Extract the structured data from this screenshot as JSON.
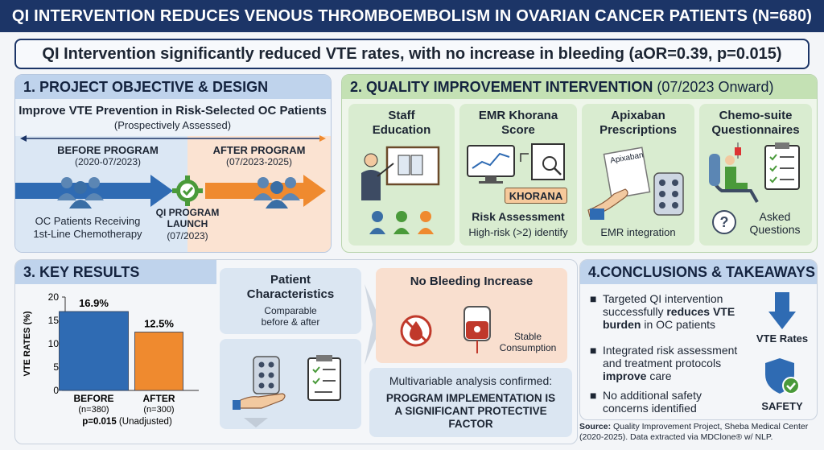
{
  "title": "QI INTERVENTION REDUCES VENOUS THROMBOEMBOLISM IN OVARIAN CANCER PATIENTS (N=680)",
  "headline": "QI Intervention significantly reduced VTE rates, with no increase in bleeding (aOR=0.39, p=0.015)",
  "section1": {
    "header": "1. PROJECT OBJECTIVE & DESIGN",
    "objective": "Improve VTE Prevention in Risk-Selected OC Patients",
    "objective_sub": "(Prospectively Assessed)",
    "before_label": "BEFORE PROGRAM",
    "before_dates": "(2020-07/2023)",
    "after_label": "AFTER PROGRAM",
    "after_dates": "(07/2023-2025)",
    "patients_line1": "OC Patients Receiving",
    "patients_line2": "1st-Line Chemotherapy",
    "launch_line1": "QI PROGRAM",
    "launch_line2": "LAUNCH",
    "launch_date": "(07/2023)"
  },
  "section2": {
    "header": "2. QUALITY IMPROVEMENT INTERVENTION",
    "header_date": "(07/2023 Onward)",
    "card1_title_1": "Staff",
    "card1_title_2": "Education",
    "card2_title_1": "EMR Khorana",
    "card2_title_2": "Score",
    "card2_tag": "KHORANA",
    "card2_sub_title": "Risk Assessment",
    "card2_sub_text": "High-risk (>2) identify",
    "card3_title_1": "Apixaban",
    "card3_title_2": "Prescriptions",
    "card3_pill_label": "Apixaban",
    "card3_text": "EMR integration",
    "card4_title_1": "Chemo-suite",
    "card4_title_2": "Questionnaires",
    "card4_text_1": "Asked",
    "card4_text_2": "Questions"
  },
  "section3": {
    "header": "3. KEY RESULTS",
    "patient_char_title_1": "Patient",
    "patient_char_title_2": "Characteristics",
    "patient_char_text_1": "Comparable",
    "patient_char_text_2": "before & after",
    "bleeding_title": "No Bleeding Increase",
    "bleeding_text_1": "Stable",
    "bleeding_text_2": "Consumption",
    "multi_line": "Multivariable analysis confirmed:",
    "multi_bold_1": "PROGRAM IMPLEMENTATION IS",
    "multi_bold_2": "A SIGNIFICANT PROTECTIVE",
    "multi_bold_3": "FACTOR",
    "p_value_bold": "p=0.015",
    "p_value_rest": " (Unadjusted)"
  },
  "chart_data": {
    "type": "bar",
    "categories": [
      "BEFORE",
      "AFTER"
    ],
    "sublabels": [
      "(n=380)",
      "(n=300)"
    ],
    "values": [
      16.9,
      12.5
    ],
    "value_labels": [
      "16.9%",
      "12.5%"
    ],
    "colors": [
      "#2f6bb3",
      "#ef8a2f"
    ],
    "ylabel": "VTE RATES (%)",
    "ylim": [
      0,
      20
    ],
    "yticks": [
      0,
      5,
      10,
      15,
      20
    ]
  },
  "section4": {
    "header": "4.CONCLUSIONS & TAKEAWAYS",
    "b1_pre": "Targeted QI intervention successfully ",
    "b1_bold": "reduces VTE burden",
    "b1_post": " in OC patients",
    "b2_pre": "Integrated risk assessment and treatment protocols ",
    "b2_bold": "improve",
    "b2_post": " care",
    "b3": "No additional safety concerns identified",
    "icon1_label": "VTE Rates",
    "icon2_label": "SAFETY"
  },
  "source_bold": "Source:",
  "source_text": " Quality Improvement Project, Sheba Medical Center (2020-2025). Data extracted via MDClone® w/ NLP.",
  "colors": {
    "navy": "#1c3567",
    "blue": "#2f6bb3",
    "orange": "#ef8a2f",
    "green": "#4a9a3a",
    "red": "#c0392b"
  }
}
